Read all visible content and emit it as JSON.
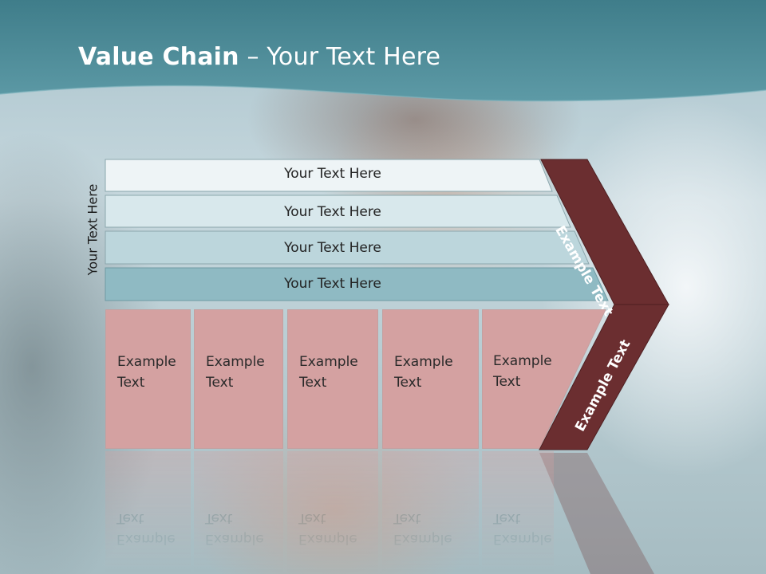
{
  "slide": {
    "title_bold": "Value Chain",
    "title_rest": " – Your Text Here",
    "vertical_label": "Your Text Here"
  },
  "bands": [
    {
      "label": "Your Text Here",
      "color": "#eef4f6"
    },
    {
      "label": "Your Text Here",
      "color": "#d8e8ec"
    },
    {
      "label": "Your Text Here",
      "color": "#bcd6dc"
    },
    {
      "label": "Your Text Here",
      "color": "#8fbac3"
    }
  ],
  "boxes": [
    {
      "line1": "Example",
      "line2": "Text"
    },
    {
      "line1": "Example",
      "line2": "Text"
    },
    {
      "line1": "Example",
      "line2": "Text"
    },
    {
      "line1": "Example",
      "line2": "Text"
    },
    {
      "line1": "Example",
      "line2": "Text"
    }
  ],
  "chevron": {
    "upper_label": "Example Text",
    "lower_label": "Example Text",
    "color": "#6b2e30"
  },
  "colors": {
    "header_teal": "#4f8d99",
    "box_pink": "#d4a1a1"
  }
}
